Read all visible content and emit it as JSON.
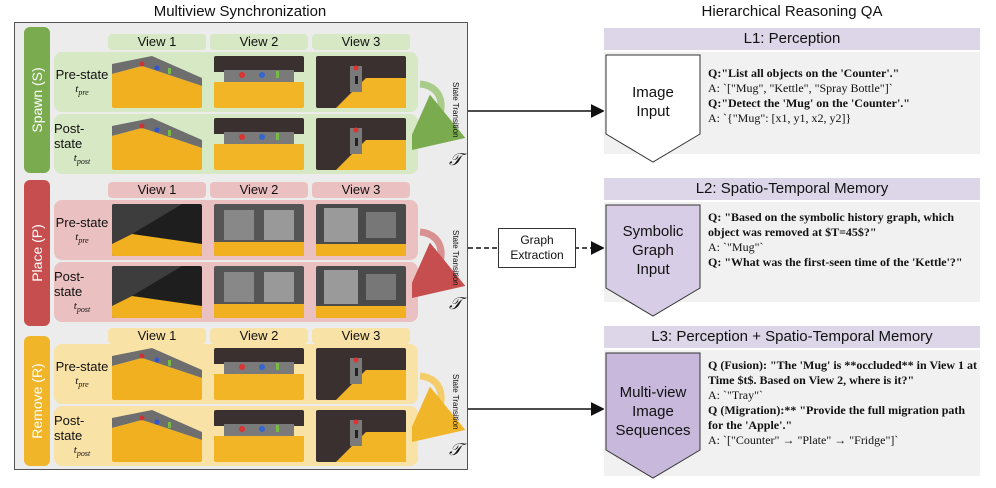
{
  "left_title": "Multiview Synchronization",
  "right_title": "Hierarchical Reasoning QA",
  "views": [
    "View 1",
    "View 2",
    "View 3"
  ],
  "groups": [
    {
      "name": "Spawn (S)",
      "pre": "Pre-state",
      "pre_t": "t",
      "pre_sub": "pre",
      "post": "Post-state",
      "post_t": "t",
      "post_sub": "post",
      "transition": "State Transition",
      "tau": "𝒯"
    },
    {
      "name": "Place (P)",
      "pre": "Pre-state",
      "pre_t": "t",
      "pre_sub": "pre",
      "post": "Post-state",
      "post_t": "t",
      "post_sub": "post",
      "transition": "State Transition",
      "tau": "𝒯"
    },
    {
      "name": "Remove (R)",
      "pre": "Pre-state",
      "pre_t": "t",
      "pre_sub": "pre",
      "post": "Post-state",
      "post_t": "t",
      "post_sub": "post",
      "transition": "State Transition",
      "tau": "𝒯"
    }
  ],
  "graph_extraction": "Graph Extraction",
  "levels": [
    {
      "header": "L1: Perception",
      "input": [
        "Image",
        "Input"
      ],
      "qa": [
        {
          "q": "Q:\"List all objects on the 'Counter'.\"",
          "a": "A: `[\"Mug\", \"Kettle\", \"Spray Bottle\"]`"
        },
        {
          "q": "Q:\"Detect the 'Mug' on the 'Counter'.\"",
          "a": "A: `{\"Mug\": [x1, y1, x2, y2]}"
        }
      ]
    },
    {
      "header": "L2: Spatio-Temporal Memory",
      "input": [
        "Symbolic",
        "Graph",
        "Input"
      ],
      "qa": [
        {
          "q": "Q: \"Based on the symbolic history graph, which object was removed at $T=45$?\"",
          "a": "A: `\"Mug\"`"
        },
        {
          "q": "Q: \"What was the first-seen time of the 'Kettle'?\"",
          "a": ""
        }
      ]
    },
    {
      "header": "L3: Perception + Spatio-Temporal Memory",
      "input": [
        "Multi-view",
        "Image",
        "Sequences"
      ],
      "qa": [
        {
          "q": "Q (Fusion): \"The 'Mug' is **occluded** in View 1 at Time $t$. Based on View 2, where is it?\"",
          "a": "A: `\"Tray\"`"
        },
        {
          "q": "Q (Migration):** \"Provide the full migration path for the 'Apple'.\"",
          "a": "A: `[\"Counter\" → \"Plate\" → \"Fridge\"]`"
        }
      ]
    }
  ],
  "colors": {
    "spawn_dark": "#7aab4f",
    "spawn_light": "#d6e8c4",
    "place_dark": "#c74e4e",
    "place_light": "#ebc0c0",
    "remove_dark": "#f1b52a",
    "remove_light": "#f8e2a6",
    "header_purple": "#ddd6e8",
    "pentagon_purple": "#d8cde6",
    "pentagon_l3": "#c8b8dc"
  }
}
